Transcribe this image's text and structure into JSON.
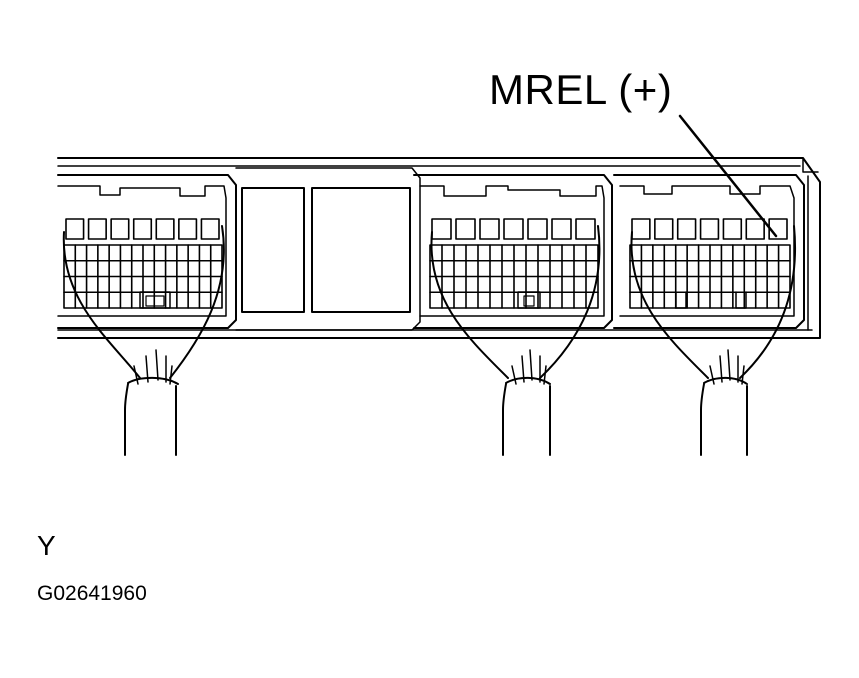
{
  "labels": {
    "terminal": "MREL (+)",
    "view": "Y",
    "figure_code": "G02641960"
  },
  "colors": {
    "line": "#000000",
    "background": "#ffffff"
  },
  "connectors": [
    {
      "name": "left-connector",
      "top_pins": 7
    },
    {
      "name": "middle-connector",
      "top_pins": 7
    },
    {
      "name": "right-connector",
      "top_pins": 7
    }
  ]
}
